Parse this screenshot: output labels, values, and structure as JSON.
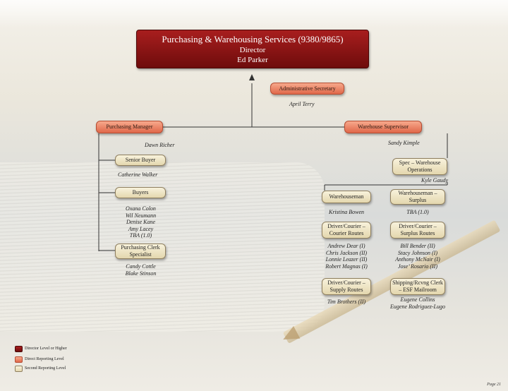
{
  "colors": {
    "director": "#8b1515",
    "direct": "#ee8663",
    "second": "#efe5c3"
  },
  "director": {
    "title": "Purchasing & Warehousing Services (9380/9865)",
    "role": "Director",
    "name": "Ed Parker"
  },
  "admin": {
    "title": "Administrative Secretary",
    "name": "April Terry"
  },
  "purchasing": {
    "title": "Purchasing Manager",
    "manager": "Dawn Richer",
    "senior_buyer": {
      "title": "Senior Buyer",
      "name": "Catherine Walker"
    },
    "buyers": {
      "title": "Buyers",
      "names": [
        "Oxana Colon",
        "Wil Neumann",
        "Denise Kane",
        "Amy Lacey",
        "TBA (1.0)"
      ]
    },
    "clerk": {
      "title": "Purchasing Clerk Specialist",
      "names": [
        "Candy Cottle",
        "Blake Stinson"
      ]
    }
  },
  "warehouse": {
    "title": "Warehouse Supervisor",
    "supervisor": "Sandy Kimple",
    "spec": {
      "title": "Spec – Warehouse Operations",
      "name": "Kyle Gaudy"
    },
    "warehouseman": {
      "title": "Warehouseman",
      "names": [
        "Kristina Bowen"
      ]
    },
    "warehouseman_surplus": {
      "title": "Warehouseman – Surplus",
      "names": [
        "TBA (1.0)"
      ]
    },
    "driver_courier": {
      "title": "Driver/Courier – Courier Routes",
      "names": [
        "Andrew Dear (I)",
        "Chris Jackson (II)",
        "Lonnie Leazer (II)",
        "Robert Magnas (I)"
      ]
    },
    "driver_surplus": {
      "title": "Driver/Courier – Surplus Routes",
      "names": [
        "Bill Bender (II)",
        "Stacy Johnson (I)",
        "Anthony McNair (I)",
        "Jose’ Rosario (II)"
      ]
    },
    "driver_supply": {
      "title": "Driver/Courier – Supply Routes",
      "names": [
        "Tim Brothers (II)"
      ]
    },
    "shipping": {
      "title": "Shipping/Rcvng Clerk – ESF Mailroom",
      "names": [
        "Eugene Collins",
        "Eugene Rodriguez-Lugo"
      ]
    }
  },
  "legend": [
    {
      "label": "Director Level or Higher",
      "color": "#8b1515"
    },
    {
      "label": "Direct Reporting Level",
      "color": "#ee8663"
    },
    {
      "label": "Second Reporting Level",
      "color": "#efe5c3"
    }
  ],
  "page": "Page 21"
}
